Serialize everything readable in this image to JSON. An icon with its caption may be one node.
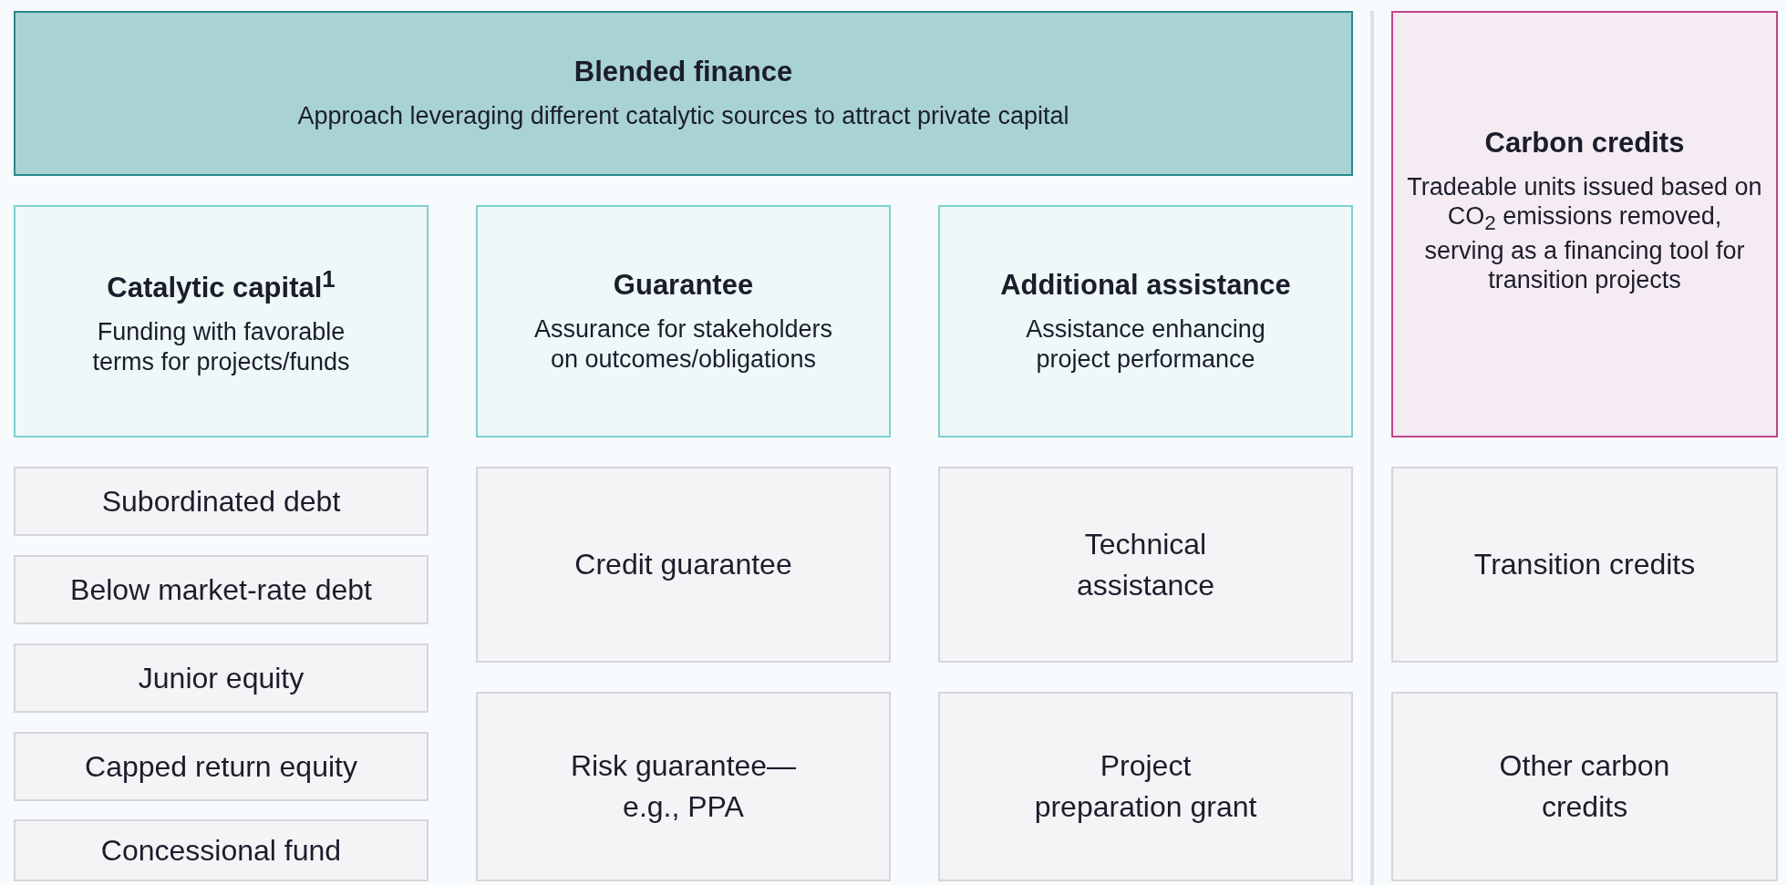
{
  "diagram": {
    "nodes": [
      {
        "text": [
          "Blended finance",
          "Approach leveraging different catalytic sources to attract private capital"
        ]
      },
      {
        "text": [
          "Carbon credits",
          "Tradeable units issued based on CO$_{2}$ emissions removed, serving as a financing tool for transition projects"
        ]
      },
      {
        "text": [
          "Catalytic capital$^{1}$",
          "Funding with favorable terms for projects/funds"
        ]
      },
      {
        "text": [
          "Guarantee",
          "Assurance for stakeholders on outcomes/obligations"
        ]
      },
      {
        "text": [
          "Additional assistance",
          "Assistance enhancing project performance"
        ]
      },
      {
        "text": [
          "Subordinated debt"
        ]
      },
      {
        "text": [
          "Below market-rate debt"
        ]
      },
      {
        "text": [
          "Junior equity"
        ]
      },
      {
        "text": [
          "Capped return equity"
        ]
      },
      {
        "text": [
          "Concessional fund"
        ]
      },
      {
        "text": [
          "Credit guarantee"
        ]
      },
      {
        "text": [
          "Risk guarantee— e.g., PPA"
        ]
      },
      {
        "text": [
          "Technical assistance"
        ]
      },
      {
        "text": [
          "Project preparation grant"
        ]
      },
      {
        "text": [
          "Transition credits"
        ]
      },
      {
        "text": [
          "Other carbon credits"
        ]
      }
    ]
  }
}
